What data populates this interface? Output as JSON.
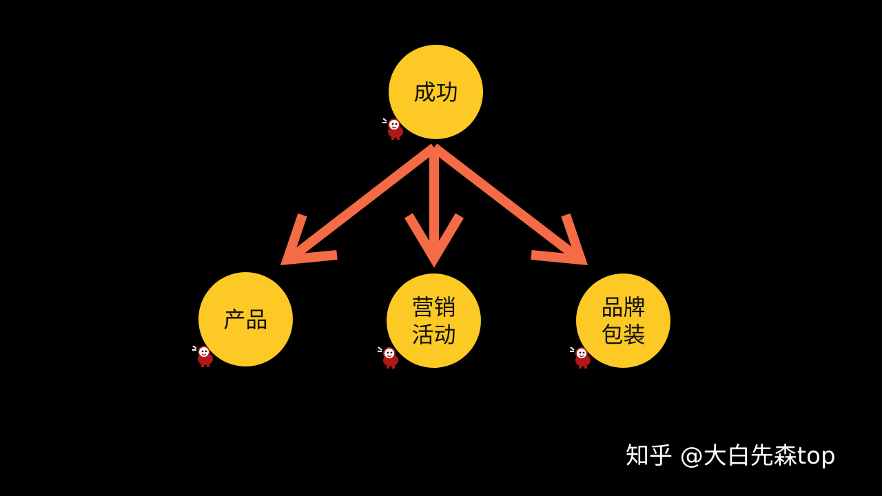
{
  "diagram": {
    "root": {
      "label": "成功"
    },
    "children": [
      {
        "lines": [
          "产品"
        ]
      },
      {
        "lines": [
          "营销",
          "活动"
        ]
      },
      {
        "lines": [
          "品牌",
          "包装"
        ]
      }
    ]
  },
  "colors": {
    "background": "#000000",
    "node_fill": "#FCC925",
    "arrow": "#F46B45",
    "text": "#111111"
  },
  "watermark": {
    "text": "知乎 @大白先森top"
  }
}
